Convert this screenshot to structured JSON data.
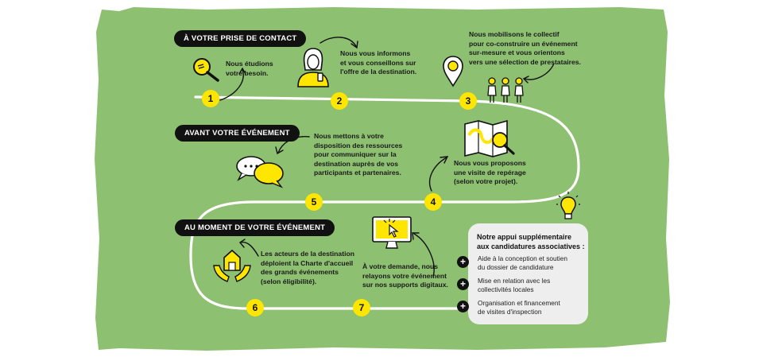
{
  "colors": {
    "background": "#8dc071",
    "accent_yellow": "#ffe600",
    "path_white": "#ffffff",
    "ink": "#111111",
    "card": "#eeeeee"
  },
  "sections": [
    {
      "label": "À VOTRE PRISE DE CONTACT"
    },
    {
      "label": "AVANT VOTRE ÉVÉNEMENT"
    },
    {
      "label": "AU MOMENT DE VOTRE ÉVÉNEMENT"
    }
  ],
  "steps": [
    {
      "number": "1",
      "text": "Nous étudions\nvotre besoin.",
      "icon": "magnifier-icon"
    },
    {
      "number": "2",
      "text": "Nous vous informons\net vous conseillons sur\nl'offre de la destination.",
      "icon": "person-with-phone-icon"
    },
    {
      "number": "3",
      "text": "Nous mobilisons le collectif\npour co-construire un événement\nsur-mesure et vous orientons\nvers une sélection de prestataires.",
      "icon": "location-pin-people-icon"
    },
    {
      "number": "4",
      "text": "Nous vous proposons\nune visite de repérage\n(selon votre projet).",
      "icon": "map-magnifier-icon"
    },
    {
      "number": "5",
      "text": "Nous mettons à votre\ndisposition des ressources\npour communiquer sur la\ndestination auprès de vos\nparticipants et partenaires.",
      "icon": "speech-bubbles-icon"
    },
    {
      "number": "6",
      "text": "Les acteurs de la destination\ndéploient la Charte d'accueil\ndes grands événements\n(selon éligibilité).",
      "icon": "hands-house-icon"
    },
    {
      "number": "7",
      "text": "À votre demande, nous\nrelayons votre événement\nsur nos supports digitaux.",
      "icon": "monitor-cursor-icon"
    }
  ],
  "support": {
    "title": "Notre appui supplémentaire\naux candidatures associatives :",
    "items": [
      "Aide à la conception et soutien\ndu dossier de candidature",
      "Mise en relation avec les\ncollectivités locales",
      "Organisation et financement\nde visites d'inspection"
    ],
    "bullet_icon": "plus-icon",
    "idea_icon": "lightbulb-icon"
  }
}
